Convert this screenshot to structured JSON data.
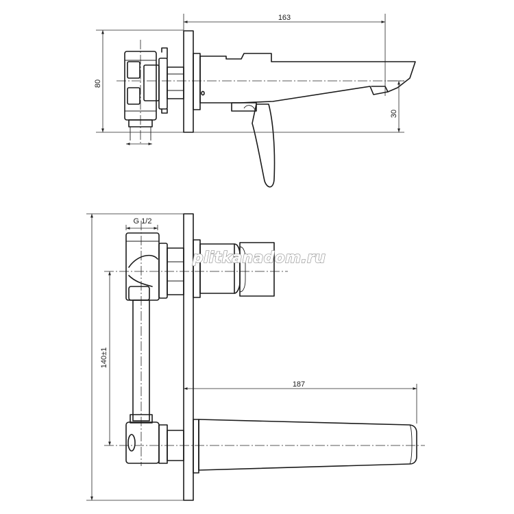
{
  "dimensions": {
    "top_view_length": "163",
    "top_view_height": "80",
    "top_view_outlet": "30",
    "thread_size": "G 1/2",
    "front_view_spacing": "140±1",
    "front_view_length": "187"
  },
  "watermark": "plitkanadom.ru",
  "colors": {
    "line": "#1a1a1a",
    "background": "#ffffff",
    "watermark_outline": "#8f8f8f"
  }
}
